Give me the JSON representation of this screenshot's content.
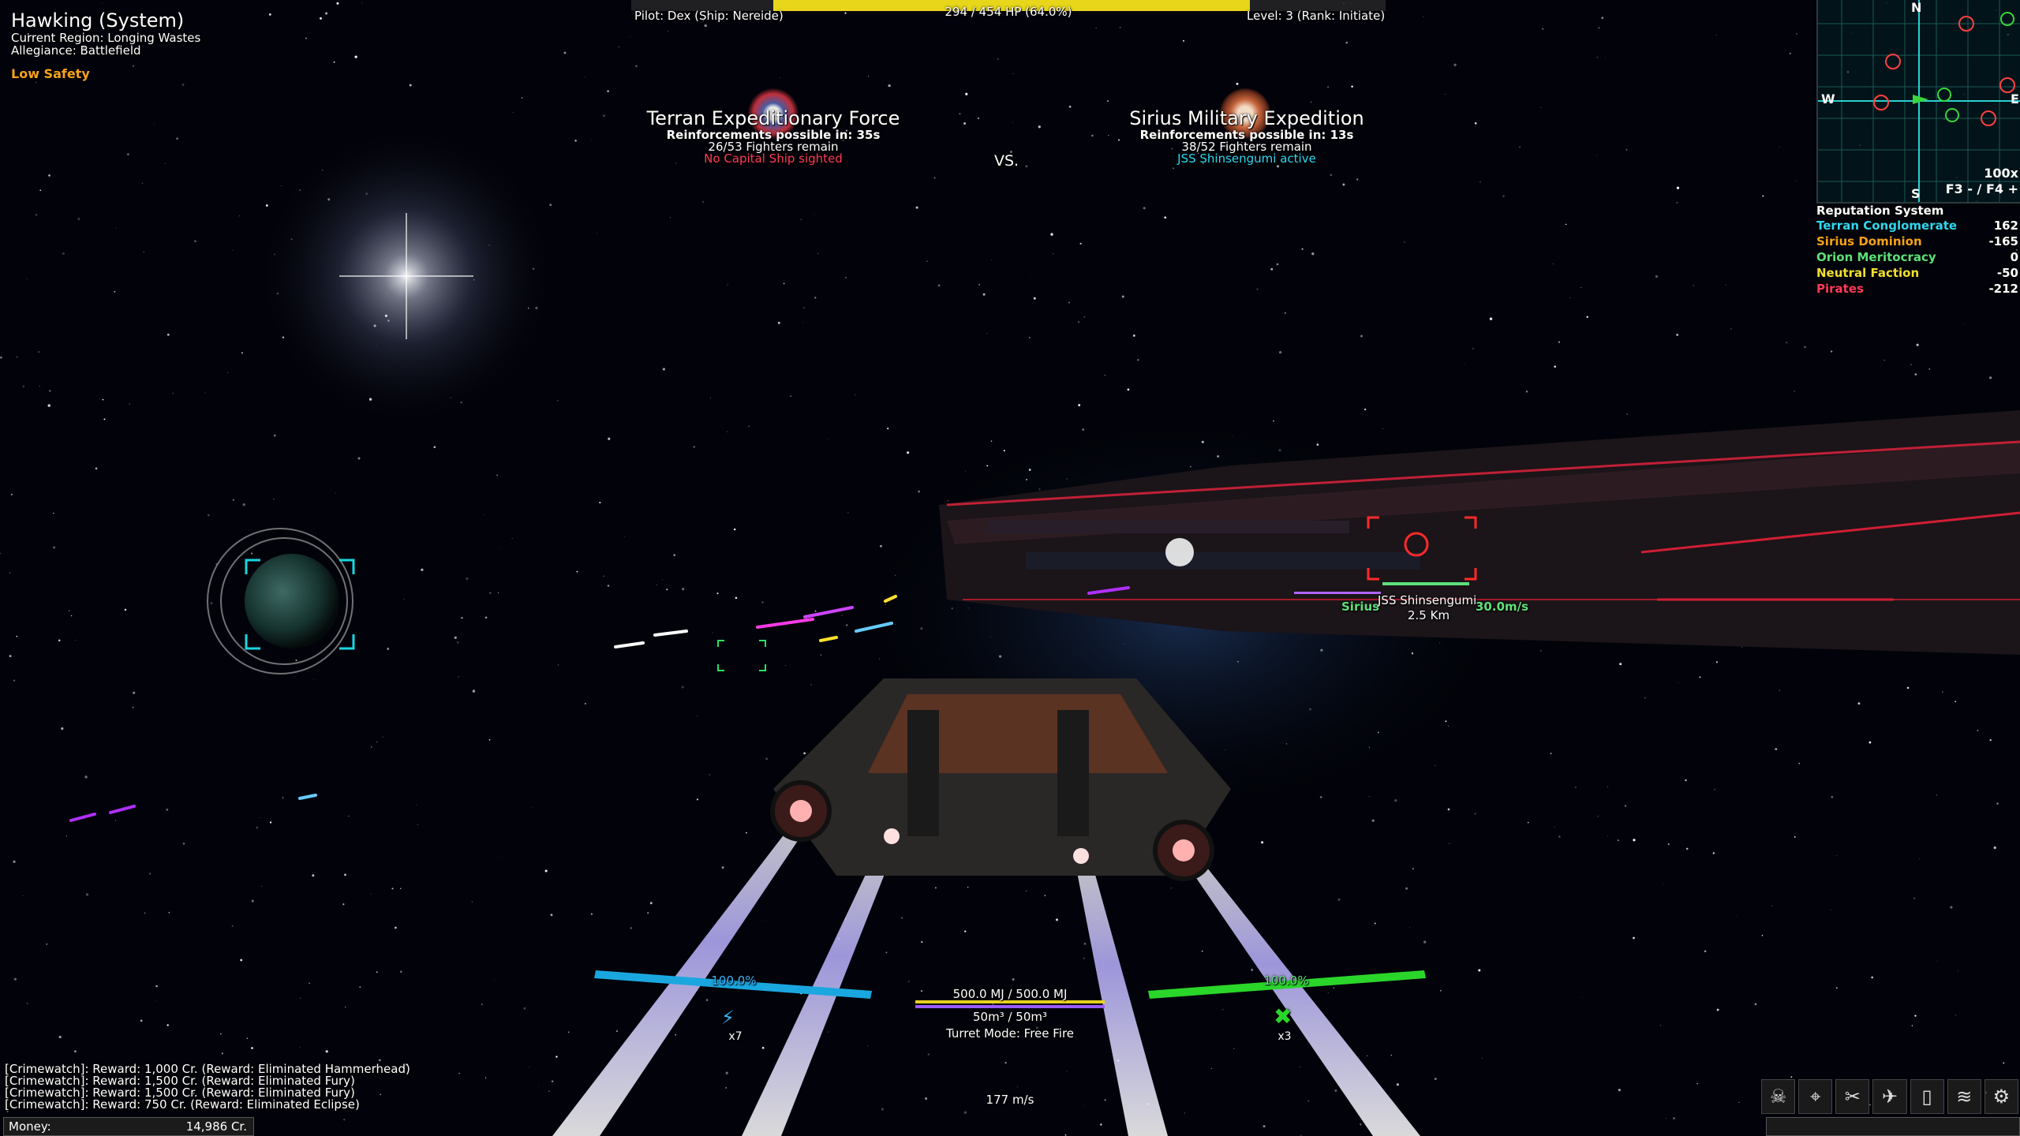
{
  "system": {
    "name": "Hawking (System)",
    "region": "Current Region: Longing Wastes",
    "allegiance": "Allegiance: Battlefield",
    "safety": "Low Safety"
  },
  "topbar": {
    "pilot": "Pilot: Dex (Ship: Nereide)",
    "hp": "294 / 454 HP (64.0%)",
    "hp_fraction": 0.64,
    "level": "Level: 3 (Rank: Initiate)"
  },
  "battle": {
    "left": {
      "name": "Terran Expeditionary Force",
      "reinforcements": "Reinforcements possible in: 35s",
      "fighters": "26/53 Fighters remain",
      "status": "No Capital Ship sighted",
      "status_color": "#ff3a5a"
    },
    "vs": "VS.",
    "right": {
      "name": "Sirius Military Expedition",
      "reinforcements": "Reinforcements possible in: 13s",
      "fighters": "38/52 Fighters remain",
      "status": "JSS Shinsengumi active",
      "status_color": "#2fd6f0"
    }
  },
  "minimap": {
    "north": "N",
    "west": "W",
    "south": "S",
    "east": "E",
    "zoom": "100x",
    "keys": "F3 - / F4 +"
  },
  "reputation": {
    "title": "Reputation System",
    "rows": [
      {
        "name": "Terran Conglomerate",
        "value": "162",
        "color": "#2fd6f0"
      },
      {
        "name": "Sirius Dominion",
        "value": "-165",
        "color": "#f6a21a"
      },
      {
        "name": "Orion Meritocracy",
        "value": "0",
        "color": "#5ce07a"
      },
      {
        "name": "Neutral Faction",
        "value": "-50",
        "color": "#f0e030"
      },
      {
        "name": "Pirates",
        "value": "-212",
        "color": "#ff3a5a"
      }
    ]
  },
  "target": {
    "faction": "Sirius",
    "name": "JSS Shinsengumi",
    "speed": "30.0m/s",
    "distance": "2.5 Km"
  },
  "hud": {
    "energy": "500.0 MJ / 500.0 MJ",
    "cargo": "50m³ / 50m³",
    "turret": "Turret Mode: Free Fire",
    "speed": "177 m/s",
    "shield_pct": "100.0%",
    "hull_pct": "100.0%",
    "ability_left_count": "x7",
    "ability_right_count": "x3"
  },
  "log": [
    "[Crimewatch]: Reward: 1,000 Cr. (Reward: Eliminated Hammerhead)",
    "[Crimewatch]: Reward: 1,500 Cr. (Reward: Eliminated Fury)",
    "[Crimewatch]: Reward: 1,500 Cr. (Reward: Eliminated Fury)",
    "[Crimewatch]: Reward: 750 Cr. (Reward: Eliminated Eclipse)"
  ],
  "money": {
    "label": "Money:",
    "value": "14,986 Cr."
  },
  "toolbar": [
    "skull-icon",
    "crosshair-icon",
    "wrench-icon",
    "ship-icon",
    "book-icon",
    "layers-icon",
    "gear-icon"
  ]
}
